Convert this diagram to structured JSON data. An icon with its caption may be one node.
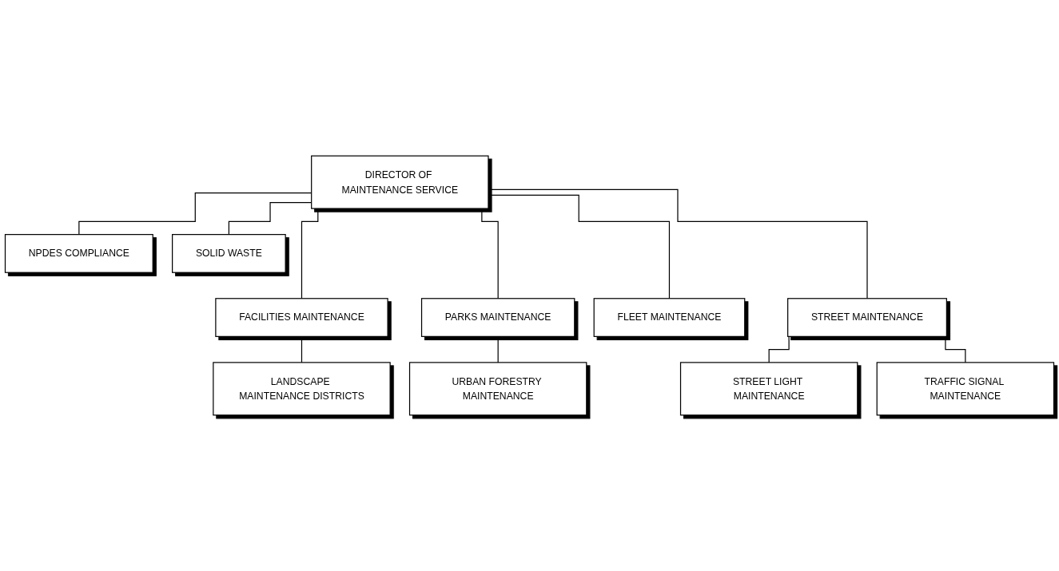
{
  "diagram": {
    "nodes": [
      {
        "text": [
          "DIRECTOR OF MAINTENANCE SERVICE"
        ]
      },
      {
        "text": [
          "NPDES COMPLIANCE"
        ]
      },
      {
        "text": [
          "SOLID WASTE"
        ]
      },
      {
        "text": [
          "FACILITIES MAINTENANCE"
        ]
      },
      {
        "text": [
          "PARKS MAINTENANCE"
        ]
      },
      {
        "text": [
          "FLEET MAINTENANCE"
        ]
      },
      {
        "text": [
          "STREET MAINTENANCE"
        ]
      },
      {
        "text": [
          "LANDSCAPE MAINTENANCE DISTRICTS"
        ]
      },
      {
        "text": [
          "URBAN FORESTRY MAINTENANCE"
        ]
      },
      {
        "text": [
          "STREET LIGHT MAINTENANCE"
        ]
      },
      {
        "text": [
          "TRAFFIC SIGNAL MAINTENANCE"
        ]
      }
    ],
    "edges": [
      {
        "from": 0,
        "to": 1,
        "arrow": "none"
      },
      {
        "from": 0,
        "to": 2,
        "arrow": "none"
      },
      {
        "from": 0,
        "to": 3,
        "arrow": "none"
      },
      {
        "from": 0,
        "to": 4,
        "arrow": "none"
      },
      {
        "from": 0,
        "to": 5,
        "arrow": "none"
      },
      {
        "from": 0,
        "to": 6,
        "arrow": "none"
      },
      {
        "from": 3,
        "to": 7,
        "arrow": "none"
      },
      {
        "from": 4,
        "to": 8,
        "arrow": "none"
      },
      {
        "from": 6,
        "to": 9,
        "arrow": "none"
      },
      {
        "from": 6,
        "to": 10,
        "arrow": "none"
      }
    ]
  }
}
